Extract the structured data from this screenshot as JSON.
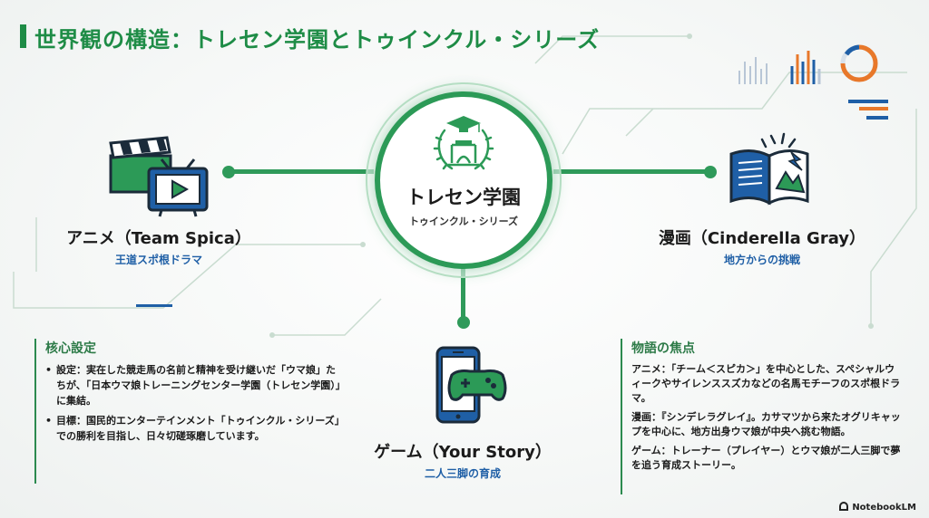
{
  "title": "世界観の構造：トレセン学園とトゥインクル・シリーズ",
  "hub": {
    "title": "トレセン学園",
    "subtitle": "トゥインクル・シリーズ"
  },
  "media": {
    "anime": {
      "title": "アニメ（Team Spica）",
      "subtitle": "王道スポ根ドラマ",
      "icon": "clapperboard-tv-icon"
    },
    "manga": {
      "title": "漫画（Cinderella Gray）",
      "subtitle": "地方からの挑戦",
      "icon": "open-book-icon"
    },
    "game": {
      "title": "ゲーム（Your Story）",
      "subtitle": "二人三脚の育成",
      "icon": "smartphone-gamepad-icon"
    }
  },
  "core_settings": {
    "heading": "核心設定",
    "items": [
      "設定：実在した競走馬の名前と精神を受け継いだ「ウマ娘」たちが、「日本ウマ娘トレーニングセンター学園（トレセン学園）」に集結。",
      "目標：国民的エンターテインメント「トゥインクル・シリーズ」での勝利を目指し、日々切磋琢磨しています。"
    ]
  },
  "story_focus": {
    "heading": "物語の焦点",
    "items": [
      "アニメ：「チーム＜スピカ＞」を中心とした、スペシャルウィークやサイレンススズカなどの名馬モチーフのスポ根ドラマ。",
      "漫画：『シンデレラグレイ』。カサマツから来たオグリキャップを中心に、地方出身ウマ娘が中央へ挑む物語。",
      "ゲーム：トレーナー（プレイヤー）とウマ娘が二人三脚で夢を追う育成ストーリー。"
    ]
  },
  "brand": "NotebookLM",
  "colors": {
    "green": "#1e8c46",
    "blue": "#1f5fa6",
    "orange": "#e8782a"
  }
}
